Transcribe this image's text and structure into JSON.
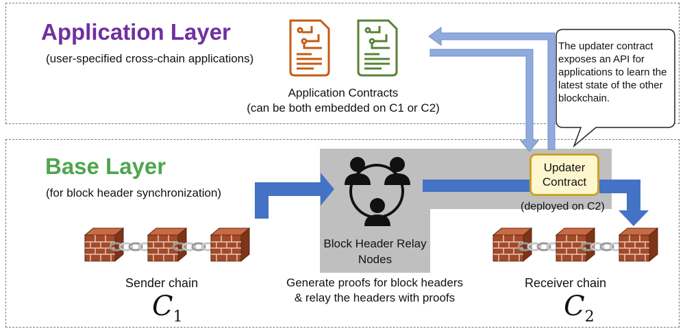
{
  "application_layer": {
    "title": "Application Layer",
    "subtitle": "(user-specified cross-chain applications)",
    "contracts_label_1": "Application Contracts",
    "contracts_label_2": "(can be both embedded on C1 or C2)",
    "title_color": "#7030a0",
    "contract_colors": [
      "#c55a11",
      "#548235"
    ]
  },
  "callout": {
    "text": "The updater contract exposes an API for applications to learn the latest state of the other blockchain."
  },
  "base_layer": {
    "title": "Base Layer",
    "subtitle": "(for block header synchronization)",
    "title_color": "#4ea64e"
  },
  "relay": {
    "label_1": "Block Header Relay",
    "label_2": "Nodes",
    "desc_1": "Generate proofs for block headers",
    "desc_2": "& relay the headers with proofs"
  },
  "updater": {
    "line_1": "Updater",
    "line_2": "Contract",
    "deployed": "(deployed on C2)"
  },
  "sender": {
    "label": "Sender chain",
    "symbol": "C",
    "index": "1"
  },
  "receiver": {
    "label": "Receiver chain",
    "symbol": "C",
    "index": "2"
  },
  "colors": {
    "arrow_fill": "#4472c4",
    "arrow_light": "#8faadc",
    "relay_bg": "#bfbfbf",
    "brick": "#a34a2a"
  }
}
